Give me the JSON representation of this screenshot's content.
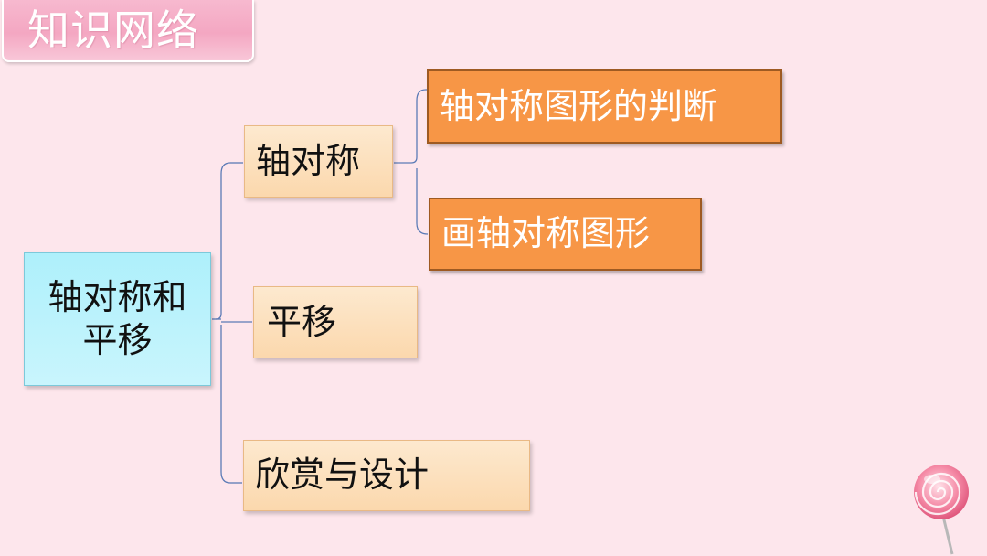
{
  "slide_title": "知识网络",
  "root": {
    "line1": "轴对称和",
    "line2": "平移"
  },
  "branches": {
    "axial_symmetry": "轴对称",
    "translation": "平移",
    "appreciation_design": "欣赏与设计"
  },
  "leaves": {
    "judge_figures": "轴对称图形的判断",
    "draw_figures": "画轴对称图形"
  },
  "colors": {
    "background": "#fde6ec",
    "title_tab": "#f4a7c2",
    "root_fill": "#aef0fb",
    "branch_fill": "#fbd8ad",
    "leaf_fill": "#f79646",
    "connector": "#5b7bb6"
  },
  "icons": {
    "decoration": "lollipop-icon"
  }
}
